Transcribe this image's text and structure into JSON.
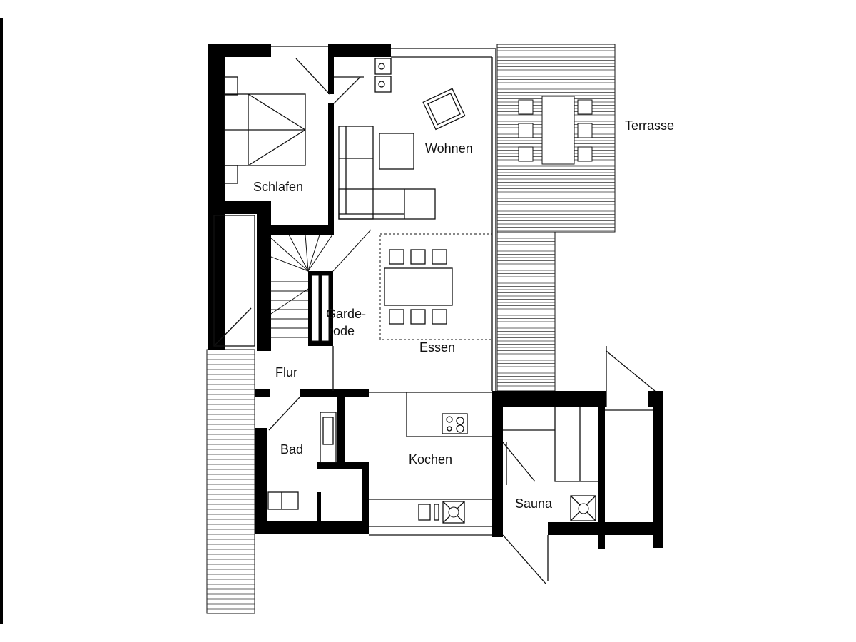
{
  "floorplan": {
    "rooms": {
      "schlafen": "Schlafen",
      "wohnen": "Wohnen",
      "terrasse": "Terrasse",
      "garderobe_1": "Garde-",
      "garderobe_2": "rode",
      "essen": "Essen",
      "flur": "Flur",
      "bad": "Bad",
      "kochen": "Kochen",
      "sauna": "Sauna"
    },
    "colors": {
      "wall": "#000000",
      "line": "#111111",
      "background": "#ffffff"
    }
  }
}
